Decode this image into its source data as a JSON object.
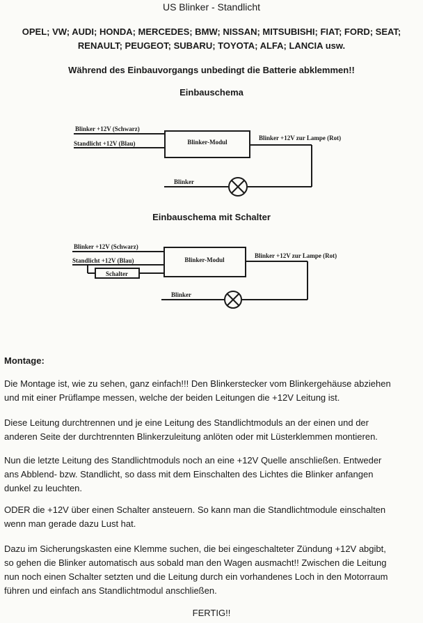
{
  "header": {
    "title": "US Blinker - Standlicht",
    "brands_line1": "OPEL; VW; AUDI; HONDA; MERCEDES; BMW;  NISSAN; MITSUBISHI; FIAT; FORD; SEAT;",
    "brands_line2": "RENAULT; PEUGEOT; SUBARU; TOYOTA; ALFA; LANCIA usw.",
    "warning": "Während des Einbauvorgangs unbedingt die Batterie abklemmen!!"
  },
  "diagram1": {
    "heading": "Einbauschema",
    "blinker_in": "Blinker +12V (Schwarz)",
    "standlicht_in": "Standlicht +12V (Blau)",
    "module": "Blinker-Modul",
    "output": "Blinker  +12V zur Lampe (Rot)",
    "blinker": "Blinker"
  },
  "diagram2": {
    "heading": "Einbauschema mit Schalter",
    "blinker_in": "Blinker +12V (Schwarz)",
    "standlicht_in": "Standlicht +12V (Blau)",
    "switch": "Schalter",
    "module": "Blinker-Modul",
    "output": "Blinker  +12V zur Lampe (Rot)",
    "blinker": "Blinker"
  },
  "montage": {
    "heading": "Montage:",
    "p1_l1": "Die Montage ist, wie zu sehen, ganz einfach!!! Den Blinkerstecker vom Blinkergehäuse abziehen",
    "p1_l2": "und mit einer Prüflampe messen,  welche der beiden Leitungen die +12V Leitung ist.",
    "p2_l1": "Diese Leitung durchtrennen und je eine Leitung des Standlichtmoduls  an der einen und der",
    "p2_l2": "anderen Seite der durchtrennten  Blinkerzuleitung anlöten oder mit Lüsterklemmen montieren.",
    "p3_l1": "Nun die letzte Leitung des Standlichtmoduls  noch an eine +12V Quelle anschließen. Entweder",
    "p3_l2": "ans Abblend- bzw. Standlicht, so dass mit dem Einschalten des Lichtes die Blinker anfangen",
    "p3_l3": "dunkel zu leuchten.",
    "p4_l1": "ODER die +12V über einen Schalter ansteuern. So kann man die Standlichtmodule einschalten",
    "p4_l2": "wenn man gerade dazu Lust hat.",
    "p5_l1": "Dazu im Sicherungskasten eine Klemme suchen, die bei  eingeschalteter Zündung +12V abgibt,",
    "p5_l2": "so gehen die Blinker automatisch aus sobald man den Wagen ausmacht!! Zwischen die Leitung",
    "p5_l3": "nun noch einen Schalter setzten und die Leitung durch ein vorhandenes Loch in den Motorraum",
    "p5_l4": "führen und  einfach ans Standlichtmodul anschließen."
  },
  "footer": {
    "done": "FERTIG!!"
  }
}
